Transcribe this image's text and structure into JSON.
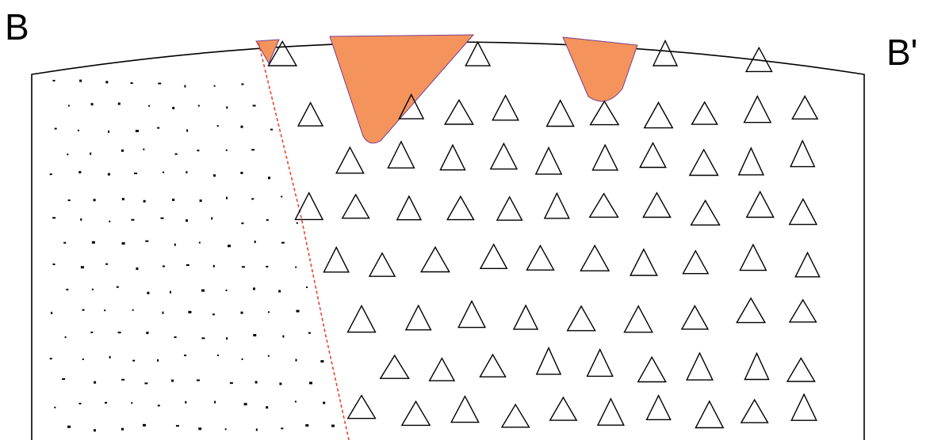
{
  "labels": {
    "left": "B",
    "right": "B'"
  },
  "colors": {
    "outline": "#000000",
    "fill": "#f4935c",
    "fill_edge": "#7a3f8f",
    "contact_line": "#e8442a",
    "background": "#ffffff"
  },
  "legend_symbols": {
    "dot_unit": "stippled-dots",
    "triangle_unit": "open-triangles",
    "infill_unit": "orange-filled-channels"
  }
}
